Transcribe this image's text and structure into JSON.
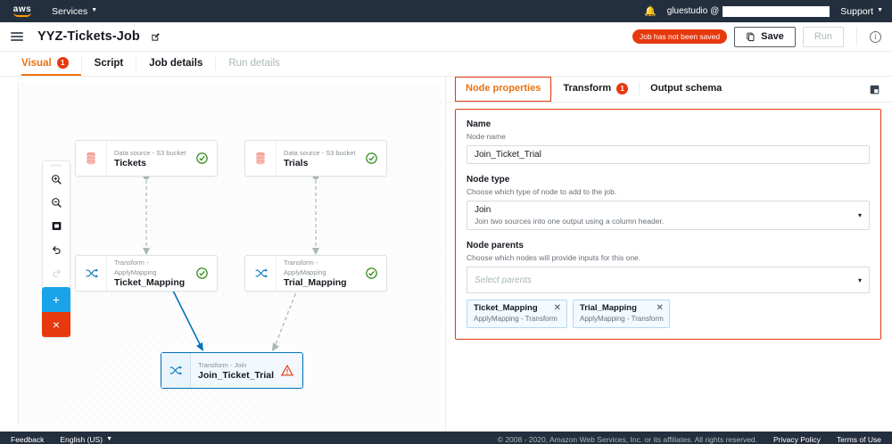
{
  "topnav": {
    "logo_text": "aws",
    "services_label": "Services",
    "bell_icon": "bell-icon",
    "user_label": "gluestudio @",
    "support_label": "Support"
  },
  "header": {
    "menu_icon": "hamburger-icon",
    "job_title": "YYZ-Tickets-Job",
    "edit_icon": "edit-pencil-icon",
    "unsaved_badge": "Job has not been saved",
    "save_label": "Save",
    "save_icon": "save-icon",
    "run_label": "Run",
    "info_icon": "info-icon"
  },
  "tabs": [
    {
      "label": "Visual",
      "badge": "1",
      "state": "active"
    },
    {
      "label": "Script",
      "badge": "",
      "state": "normal"
    },
    {
      "label": "Job details",
      "badge": "",
      "state": "normal"
    },
    {
      "label": "Run details",
      "badge": "",
      "state": "disabled"
    }
  ],
  "canvas": {
    "toolbar": [
      {
        "name": "zoom-in-icon",
        "label": "Zoom in",
        "disabled": false
      },
      {
        "name": "zoom-out-icon",
        "label": "Zoom out",
        "disabled": false
      },
      {
        "name": "fit-to-screen-icon",
        "label": "Fit to screen",
        "disabled": false
      },
      {
        "name": "undo-icon",
        "label": "Undo",
        "disabled": false
      },
      {
        "name": "redo-icon",
        "label": "Redo",
        "disabled": true
      }
    ],
    "add_node_label": "+",
    "delete_node_label": "×",
    "nodes": [
      {
        "type": "Data source - S3 bucket",
        "name": "Tickets",
        "icon": "database-icon",
        "status": "ok",
        "selected": false
      },
      {
        "type": "Data source - S3 bucket",
        "name": "Trials",
        "icon": "database-icon",
        "status": "ok",
        "selected": false
      },
      {
        "type": "Transform - ApplyMapping",
        "name": "Ticket_Mapping",
        "icon": "transform-shuffle-icon",
        "status": "ok",
        "selected": false
      },
      {
        "type": "Transform - ApplyMapping",
        "name": "Trial_Mapping",
        "icon": "transform-shuffle-icon",
        "status": "ok",
        "selected": false
      },
      {
        "type": "Transform - Join",
        "name": "Join_Ticket_Trial",
        "icon": "transform-shuffle-icon",
        "status": "warning",
        "selected": true
      }
    ]
  },
  "panel": {
    "tabs": [
      {
        "label": "Node properties",
        "badge": "",
        "state": "active"
      },
      {
        "label": "Transform",
        "badge": "1",
        "state": "normal"
      },
      {
        "label": "Output schema",
        "badge": "",
        "state": "normal"
      }
    ],
    "collapse_icon": "collapse-panel-icon",
    "fields": {
      "name": {
        "label": "Name",
        "hint": "Node name",
        "value": "Join_Ticket_Trial"
      },
      "node_type": {
        "label": "Node type",
        "hint": "Choose which type of node to add to the job.",
        "value": "Join",
        "value_sub": "Join two sources into one output using a column header.",
        "caret": "▾"
      },
      "node_parents": {
        "label": "Node parents",
        "hint": "Choose which nodes will provide inputs for this one.",
        "placeholder": "Select parents",
        "caret": "▾",
        "chips": [
          {
            "name": "Ticket_Mapping",
            "sub": "ApplyMapping - Transform",
            "remove_icon": "✕"
          },
          {
            "name": "Trial_Mapping",
            "sub": "ApplyMapping - Transform",
            "remove_icon": "✕"
          }
        ]
      }
    }
  },
  "footer": {
    "feedback": "Feedback",
    "language": "English (US)",
    "copyright": "© 2008 - 2020, Amazon Web Services, Inc. or its affiliates. All rights reserved.",
    "privacy": "Privacy Policy",
    "terms": "Terms of Use"
  },
  "colors": {
    "accent_orange": "#ec7211",
    "alert_red": "#e7390e",
    "selected_blue": "#0073bb",
    "add_blue": "#1aa3e8",
    "status_green": "#1d8102",
    "nav_dark": "#232f3e"
  }
}
